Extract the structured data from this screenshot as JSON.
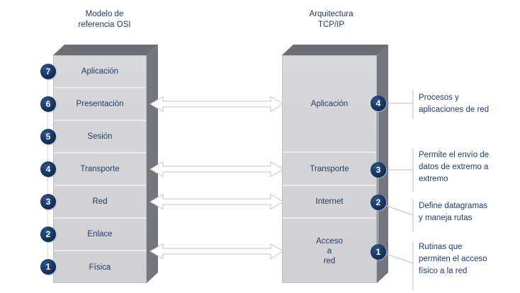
{
  "colors": {
    "navy_text": "#1e3d6b",
    "circle_fill": "#0f2a52",
    "box_face": "#d4d4d7",
    "box_shadow": "#6d6d76",
    "background": "#ffffff",
    "arrow_fill": "#ffffff",
    "line_gray": "#cacace"
  },
  "osi": {
    "title": "Modelo de\nreferencia OSI",
    "layers": [
      {
        "num": "7",
        "label": "Aplicación"
      },
      {
        "num": "6",
        "label": "Presentación"
      },
      {
        "num": "5",
        "label": "Sesión"
      },
      {
        "num": "4",
        "label": "Transporte"
      },
      {
        "num": "3",
        "label": "Red"
      },
      {
        "num": "2",
        "label": "Enlace"
      },
      {
        "num": "1",
        "label": "Física"
      }
    ]
  },
  "tcpip": {
    "title": "Arquitectura\nTCP/IP",
    "layers": [
      {
        "num": "4",
        "label": "Aplicación",
        "desc": "Procesos y\naplicaciones de red"
      },
      {
        "num": "3",
        "label": "Transporte",
        "desc": "Permite el envío de\ndatos de extremo a\nextremo"
      },
      {
        "num": "2",
        "label": "Internet",
        "desc": "Define datagramas\ny maneja rutas"
      },
      {
        "num": "1",
        "label": "Acceso\na\nred",
        "desc": "Rutinas que\npermiten el acceso\nfísico a la red"
      }
    ]
  }
}
